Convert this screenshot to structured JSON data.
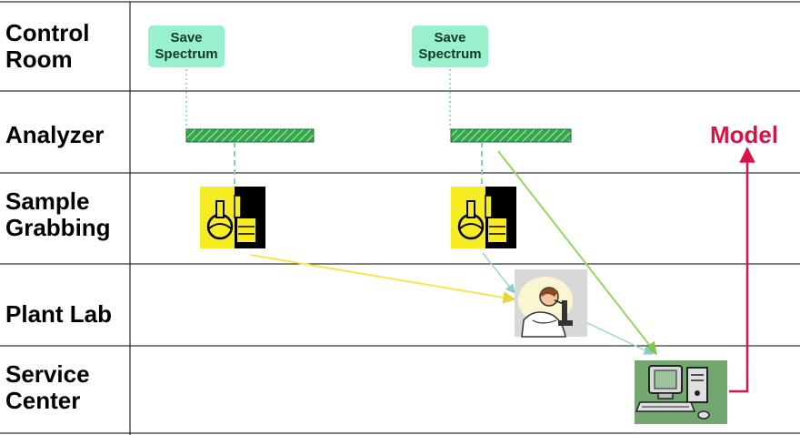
{
  "lanes": [
    {
      "label": "Control\nRoom"
    },
    {
      "label": "Analyzer"
    },
    {
      "label": "Sample\nGrabbing"
    },
    {
      "label": "Plant Lab"
    },
    {
      "label": "Service\nCenter"
    }
  ],
  "control_room": {
    "save_buttons": [
      {
        "label": "Save\nSpectrum"
      },
      {
        "label": "Save\nSpectrum"
      }
    ]
  },
  "model_label": "Model",
  "colors": {
    "model": "#d61447",
    "save_button": "#99f0cc",
    "analyzer_bar": "#33a84a",
    "sample_bg": "#f7eb21",
    "yellow_arrow": "#f2e84c",
    "green_arrow": "#92d85a",
    "cyan_arrow": "#9ed4d4",
    "computer_bg": "#72a870"
  },
  "icons": {
    "sample": "lab-glassware-icon",
    "plant_lab": "scientist-microscope-icon",
    "service_center": "computer-icon"
  }
}
